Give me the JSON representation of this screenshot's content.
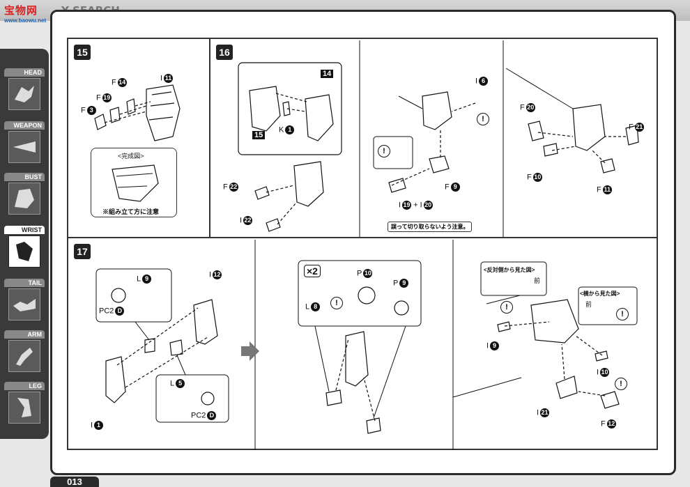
{
  "header": {
    "logo_text": "宝物网",
    "logo_url": "www.baowu.net",
    "search_word": "Y SEARCH"
  },
  "sidebar": {
    "tabs": [
      {
        "label": "HEAD",
        "icon": "head-icon",
        "active": false
      },
      {
        "label": "WEAPON",
        "icon": "weapon-icon",
        "active": false
      },
      {
        "label": "BUST",
        "icon": "bust-icon",
        "active": false
      },
      {
        "label": "WRIST",
        "icon": "wrist-icon",
        "active": true
      },
      {
        "label": "TAIL",
        "icon": "tail-icon",
        "active": false
      },
      {
        "label": "ARM",
        "icon": "arm-icon",
        "active": false
      },
      {
        "label": "LEG",
        "icon": "leg-icon",
        "active": false
      }
    ]
  },
  "footer": {
    "page_number": "013"
  },
  "steps": {
    "s15": {
      "number": "15",
      "labels": {
        "f3": "F",
        "f3n": "3",
        "f19": "F",
        "f19n": "19",
        "f14": "F",
        "f14n": "14",
        "i11": "I",
        "i11n": "11"
      },
      "inset_title": "<完成図>",
      "inset_note": "※組み立て方に注意"
    },
    "s16": {
      "number": "16",
      "labels": {
        "n14": "14",
        "n15": "15",
        "k1": "K",
        "k1n": "1",
        "f22": "F",
        "f22n": "22",
        "i22": "I",
        "i22n": "22",
        "i6": "I",
        "i6n": "6",
        "f9": "F",
        "f9n": "9",
        "i19": "I",
        "i19n": "19",
        "plus": "+",
        "i20": "I",
        "i20n": "20",
        "f20": "F",
        "f20n": "20",
        "f21": "F",
        "f21n": "21",
        "f10": "F",
        "f10n": "10",
        "f11": "F",
        "f11n": "11"
      },
      "note": "誤って切り取らないよう注意。"
    },
    "s17": {
      "number": "17",
      "labels": {
        "l9": "L",
        "l9n": "9",
        "pc2d": "PC2",
        "pc2dn": "D",
        "i12": "I",
        "i12n": "12",
        "l5": "L",
        "l5n": "5",
        "pc2d2": "PC2",
        "pc2d2n": "D",
        "i1": "I",
        "i1n": "1",
        "x2": "×2",
        "p10": "P",
        "p10n": "10",
        "p9": "P",
        "p9n": "9",
        "l8": "L",
        "l8n": "8",
        "i9": "I",
        "i9n": "9",
        "i10": "I",
        "i10n": "10",
        "i21": "I",
        "i21n": "21",
        "f12": "F",
        "f12n": "12"
      },
      "view_opposite": "<反対側から見た図>",
      "view_side": "<横から見た図>",
      "front_a": "前",
      "front_b": "前"
    }
  },
  "warn_symbol": "!"
}
